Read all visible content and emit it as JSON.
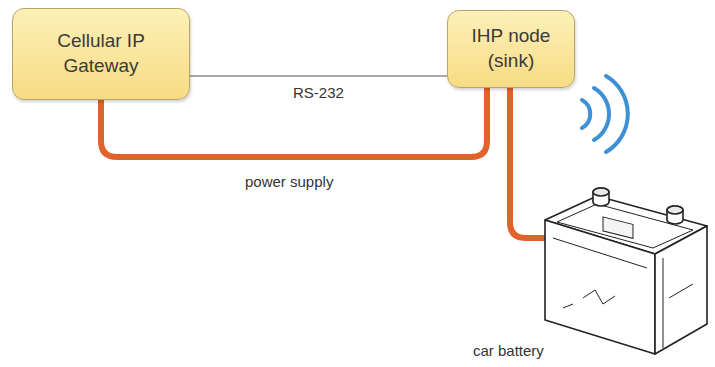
{
  "diagram": {
    "nodes": [
      {
        "text": [
          "Cellular IP Gateway"
        ]
      },
      {
        "text": [
          "IHP node (sink)"
        ]
      },
      {
        "text": [
          "car battery"
        ]
      }
    ],
    "edges": [
      {
        "from": 0,
        "to": 1,
        "arrow": "none",
        "label": "RS-232"
      },
      {
        "from": 0,
        "to": 1,
        "arrow": "none",
        "label": "power supply"
      },
      {
        "from": 1,
        "to": 2,
        "arrow": "none"
      }
    ]
  }
}
